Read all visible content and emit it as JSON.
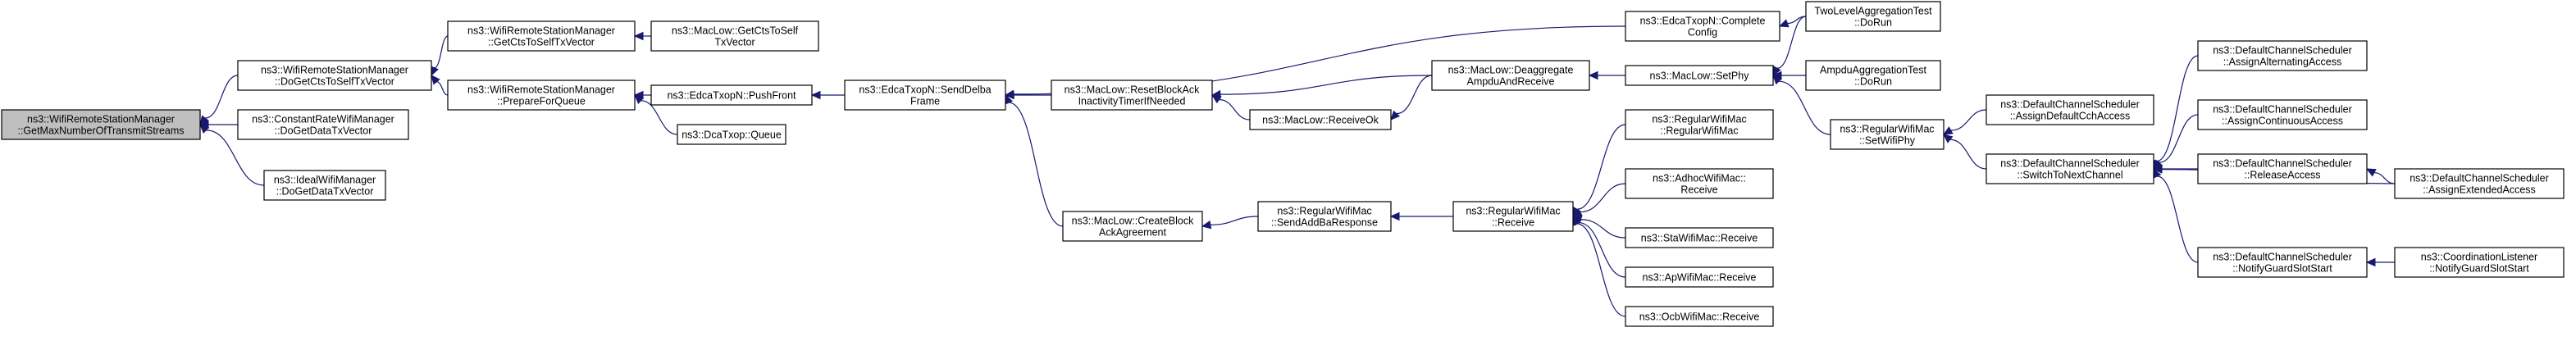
{
  "nodes": [
    {
      "id": "n0",
      "lines": [
        "ns3::WifiRemoteStationManager",
        "::GetMaxNumberOfTransmitStreams"
      ],
      "root": true
    },
    {
      "id": "n1",
      "lines": [
        "ns3::WifiRemoteStationManager",
        "::DoGetCtsToSelfTxVector"
      ]
    },
    {
      "id": "n2",
      "lines": [
        "ns3::ConstantRateWifiManager",
        "::DoGetDataTxVector"
      ]
    },
    {
      "id": "n3",
      "lines": [
        "ns3::IdealWifiManager",
        "::DoGetDataTxVector"
      ]
    },
    {
      "id": "n4",
      "lines": [
        "ns3::WifiRemoteStationManager",
        "::GetCtsToSelfTxVector"
      ]
    },
    {
      "id": "n5",
      "lines": [
        "ns3::WifiRemoteStationManager",
        "::PrepareForQueue"
      ]
    },
    {
      "id": "n6",
      "lines": [
        "ns3::MacLow::GetCtsToSelf",
        "TxVector"
      ]
    },
    {
      "id": "n7",
      "lines": [
        "ns3::EdcaTxopN::PushFront"
      ]
    },
    {
      "id": "n8",
      "lines": [
        "ns3::DcaTxop::Queue"
      ]
    },
    {
      "id": "n9",
      "lines": [
        "ns3::EdcaTxopN::SendDelba",
        "Frame"
      ]
    },
    {
      "id": "n10",
      "lines": [
        "ns3::EdcaTxopN::Complete",
        "Config"
      ]
    },
    {
      "id": "n11",
      "lines": [
        "ns3::MacLow::ResetBlockAck",
        "InactivityTimerIfNeeded"
      ]
    },
    {
      "id": "n12",
      "lines": [
        "ns3::MacLow::CreateBlock",
        "AckAgreement"
      ]
    },
    {
      "id": "n13",
      "lines": [
        "ns3::MacLow::ReceiveOk"
      ]
    },
    {
      "id": "n14",
      "lines": [
        "ns3::MacLow::Deaggregate",
        "AmpduAndReceive"
      ]
    },
    {
      "id": "n15",
      "lines": [
        "ns3::MacLow::SetPhy"
      ]
    },
    {
      "id": "n16",
      "lines": [
        "TwoLevelAggregationTest",
        "::DoRun"
      ]
    },
    {
      "id": "n17",
      "lines": [
        "AmpduAggregationTest",
        "::DoRun"
      ]
    },
    {
      "id": "n18",
      "lines": [
        "ns3::RegularWifiMac",
        "::SendAddBaResponse"
      ]
    },
    {
      "id": "n19",
      "lines": [
        "ns3::RegularWifiMac",
        "::Receive"
      ]
    },
    {
      "id": "n20",
      "lines": [
        "ns3::RegularWifiMac",
        "::RegularWifiMac"
      ]
    },
    {
      "id": "n21",
      "lines": [
        "ns3::AdhocWifiMac::",
        "Receive"
      ]
    },
    {
      "id": "n22",
      "lines": [
        "ns3::StaWifiMac::Receive"
      ]
    },
    {
      "id": "n23",
      "lines": [
        "ns3::ApWifiMac::Receive"
      ]
    },
    {
      "id": "n24",
      "lines": [
        "ns3::OcbWifiMac::Receive"
      ]
    },
    {
      "id": "n25",
      "lines": [
        "ns3::RegularWifiMac",
        "::SetWifiPhy"
      ]
    },
    {
      "id": "n26",
      "lines": [
        "ns3::DefaultChannelScheduler",
        "::AssignDefaultCchAccess"
      ]
    },
    {
      "id": "n27",
      "lines": [
        "ns3::DefaultChannelScheduler",
        "::SwitchToNextChannel"
      ]
    },
    {
      "id": "n28",
      "lines": [
        "ns3::DefaultChannelScheduler",
        "::AssignAlternatingAccess"
      ]
    },
    {
      "id": "n29",
      "lines": [
        "ns3::DefaultChannelScheduler",
        "::AssignContinuousAccess"
      ]
    },
    {
      "id": "n30",
      "lines": [
        "ns3::DefaultChannelScheduler",
        "::ReleaseAccess"
      ]
    },
    {
      "id": "n31",
      "lines": [
        "ns3::DefaultChannelScheduler",
        "::AssignExtendedAccess"
      ]
    },
    {
      "id": "n32",
      "lines": [
        "ns3::DefaultChannelScheduler",
        "::NotifyGuardSlotStart"
      ]
    },
    {
      "id": "n33",
      "lines": [
        "ns3::CoordinationListener",
        "::NotifyGuardSlotStart"
      ]
    }
  ],
  "edges": [
    [
      "n1",
      "n0"
    ],
    [
      "n2",
      "n0"
    ],
    [
      "n3",
      "n0"
    ],
    [
      "n4",
      "n1"
    ],
    [
      "n5",
      "n1"
    ],
    [
      "n6",
      "n4"
    ],
    [
      "n7",
      "n5"
    ],
    [
      "n8",
      "n5"
    ],
    [
      "n9",
      "n7"
    ],
    [
      "n10",
      "n9"
    ],
    [
      "n11",
      "n9"
    ],
    [
      "n12",
      "n9"
    ],
    [
      "n13",
      "n11"
    ],
    [
      "n14",
      "n11"
    ],
    [
      "n14",
      "n13"
    ],
    [
      "n15",
      "n14"
    ],
    [
      "n16",
      "n10"
    ],
    [
      "n16",
      "n15"
    ],
    [
      "n17",
      "n15"
    ],
    [
      "n25",
      "n15"
    ],
    [
      "n18",
      "n12"
    ],
    [
      "n19",
      "n18"
    ],
    [
      "n20",
      "n19"
    ],
    [
      "n21",
      "n19"
    ],
    [
      "n22",
      "n19"
    ],
    [
      "n23",
      "n19"
    ],
    [
      "n24",
      "n19"
    ],
    [
      "n26",
      "n25"
    ],
    [
      "n27",
      "n25"
    ],
    [
      "n28",
      "n27"
    ],
    [
      "n29",
      "n27"
    ],
    [
      "n30",
      "n27"
    ],
    [
      "n31",
      "n27"
    ],
    [
      "n32",
      "n27"
    ],
    [
      "n31",
      "n30"
    ],
    [
      "n33",
      "n32"
    ]
  ]
}
